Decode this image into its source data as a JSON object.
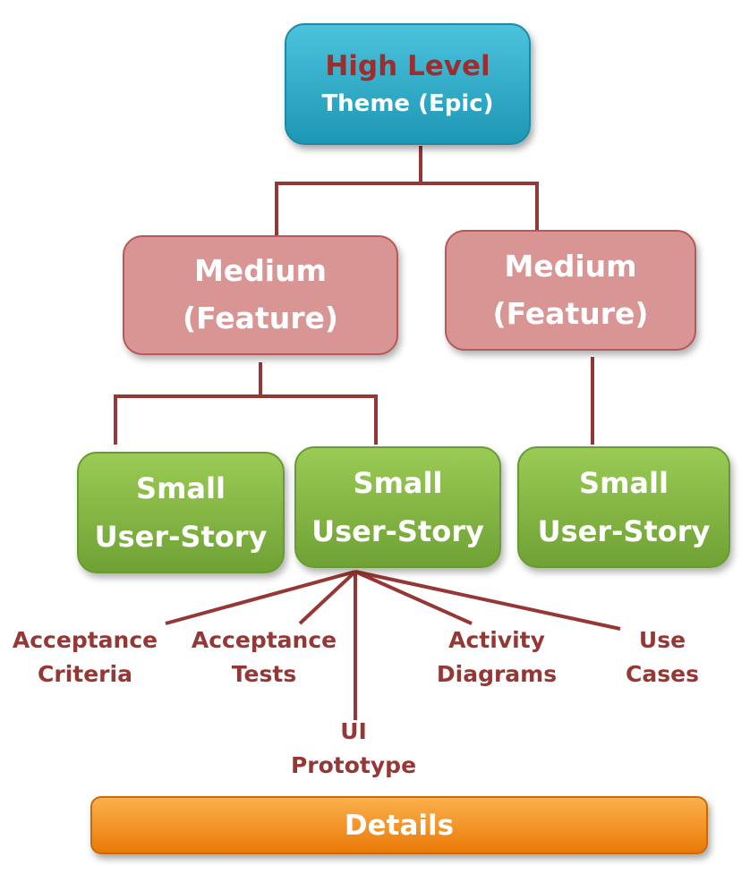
{
  "colors": {
    "connector": "#953735",
    "epic": "#2aa6c4",
    "feature": "#d99594",
    "story": "#8bbd45",
    "details": "#f39222",
    "artifact_text": "#953735"
  },
  "epic": {
    "line1": "High Level",
    "line2": "Theme (Epic)"
  },
  "features": [
    {
      "line1": "Medium",
      "line2": "(Feature)"
    },
    {
      "line1": "Medium",
      "line2": "(Feature)"
    }
  ],
  "stories": [
    {
      "line1": "Small",
      "line2": "User-Story"
    },
    {
      "line1": "Small",
      "line2": "User-Story"
    },
    {
      "line1": "Small",
      "line2": "User-Story"
    }
  ],
  "artifacts": [
    {
      "line1": "Acceptance",
      "line2": "Criteria"
    },
    {
      "line1": "Acceptance",
      "line2": "Tests"
    },
    {
      "line1": "UI",
      "line2": "Prototype"
    },
    {
      "line1": "Activity",
      "line2": "Diagrams"
    },
    {
      "line1": "Use",
      "line2": "Cases"
    }
  ],
  "details": {
    "label": "Details"
  }
}
